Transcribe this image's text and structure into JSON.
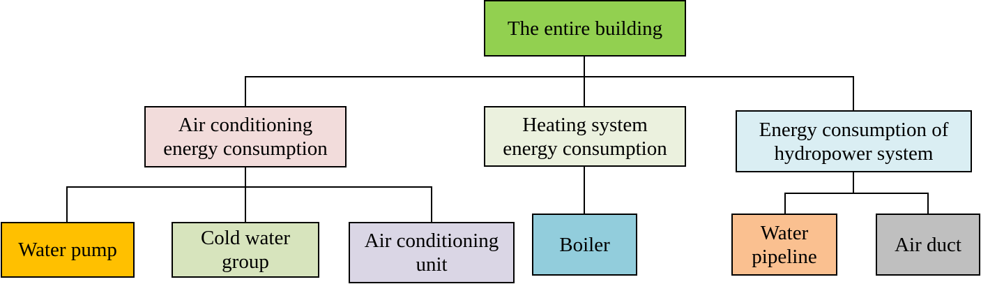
{
  "diagram": {
    "type": "hierarchy-tree",
    "root": {
      "label_lines": [
        "The entire building"
      ],
      "color": "#92D050"
    },
    "level1": [
      {
        "label_lines": [
          "Air conditioning",
          "energy consumption"
        ],
        "color": "#F2DCDB",
        "children": [
          {
            "label_lines": [
              "Water pump"
            ],
            "color": "#FFC000"
          },
          {
            "label_lines": [
              "Cold water",
              "group"
            ],
            "color": "#D7E4BD"
          },
          {
            "label_lines": [
              "Air conditioning",
              "unit"
            ],
            "color": "#DAD6E5"
          }
        ]
      },
      {
        "label_lines": [
          "Heating system",
          "energy consumption"
        ],
        "color": "#EBF1DE",
        "children": [
          {
            "label_lines": [
              "Boiler"
            ],
            "color": "#92CDDC"
          }
        ]
      },
      {
        "label_lines": [
          "Energy consumption of",
          "hydropower system"
        ],
        "color": "#DAEEF3",
        "children": [
          {
            "label_lines": [
              "Water",
              "pipeline"
            ],
            "color": "#FAC090"
          },
          {
            "label_lines": [
              "Air duct"
            ],
            "color": "#BFBFBF"
          }
        ]
      }
    ],
    "edges": [
      [
        "The entire building",
        "Air conditioning energy consumption"
      ],
      [
        "The entire building",
        "Heating system energy consumption"
      ],
      [
        "The entire building",
        "Energy consumption of hydropower system"
      ],
      [
        "Air conditioning energy consumption",
        "Water pump"
      ],
      [
        "Air conditioning energy consumption",
        "Cold water group"
      ],
      [
        "Air conditioning energy consumption",
        "Air conditioning unit"
      ],
      [
        "Heating system energy consumption",
        "Boiler"
      ],
      [
        "Energy consumption of hydropower system",
        "Water pipeline"
      ],
      [
        "Energy consumption of hydropower system",
        "Air duct"
      ]
    ]
  }
}
